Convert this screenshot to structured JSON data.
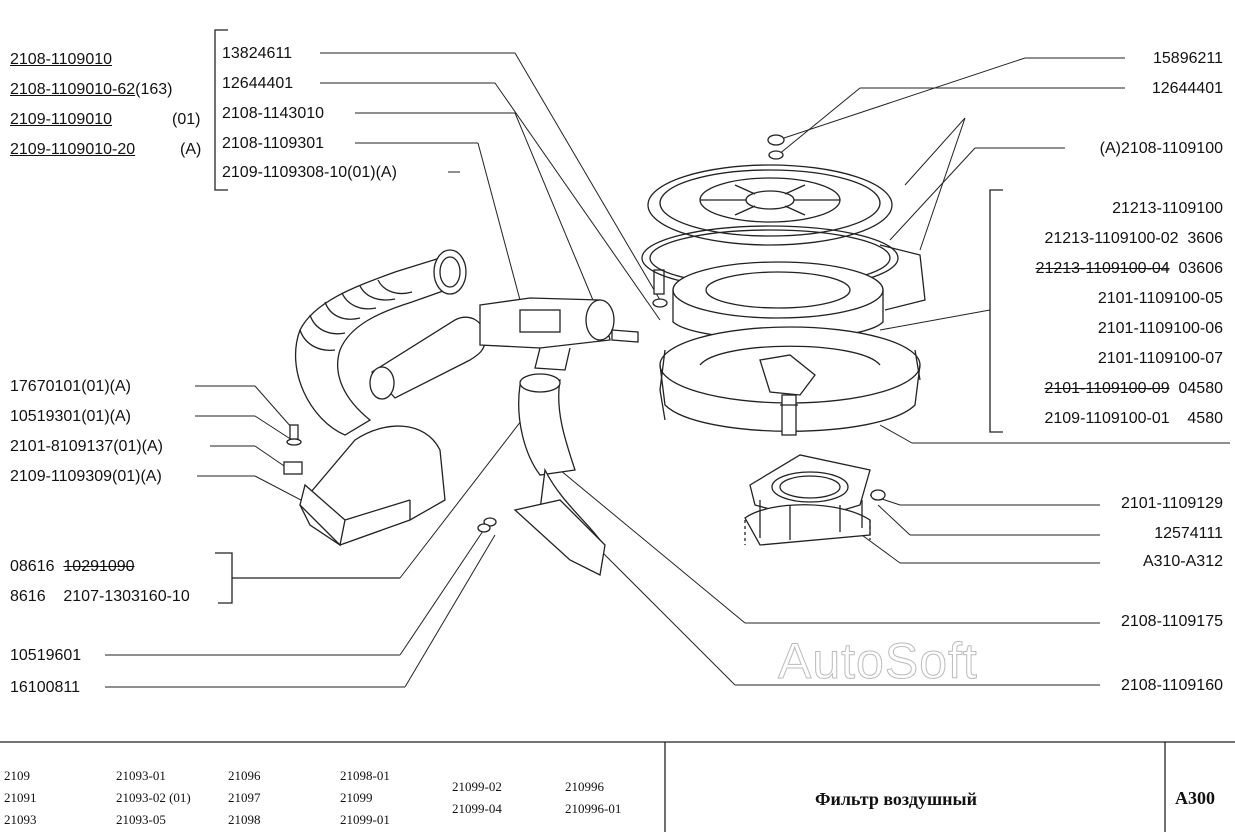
{
  "left_group": [
    {
      "part": "2108-1109010",
      "suffix": ""
    },
    {
      "part": "2108-1109010-62",
      "suffix": "(163)"
    },
    {
      "part": "2109-1109010",
      "suffix": "(01)"
    },
    {
      "part": "2109-1109010-20",
      "suffix": "(A)"
    }
  ],
  "top_bracket_group": [
    "13824611",
    "12644401",
    "2108-1143010",
    "2108-1109301",
    "2109-1109308-10(01)(A)"
  ],
  "top_right": [
    "15896211",
    "12644401",
    "(A)2108-1109100"
  ],
  "right_group": [
    {
      "part": "21213-1109100",
      "suffix": ""
    },
    {
      "part": "21213-1109100-02",
      "suffix": "3606"
    },
    {
      "part": "21213-1109100-04",
      "suffix": "03606"
    },
    {
      "part": "2101-1109100-05",
      "suffix": ""
    },
    {
      "part": "2101-1109100-06",
      "suffix": ""
    },
    {
      "part": "2101-1109100-07",
      "suffix": ""
    },
    {
      "part": "2101-1109100-09",
      "suffix": "04580"
    },
    {
      "part": "2109-1109100-01",
      "suffix": "4580"
    }
  ],
  "left_mid": [
    "17670101(01)(A)",
    "10519301(01)(A)",
    "2101-8109137(01)(A)",
    "2109-1109309(01)(A)"
  ],
  "left_bracket": [
    {
      "a": "08616",
      "b": "10291090"
    },
    {
      "a": "8616",
      "b": "2107-1303160-10"
    }
  ],
  "left_bottom": [
    "10519601",
    "16100811"
  ],
  "right_bottom": [
    "2101-1109129",
    "12574111",
    "A310-A312",
    "2108-1109175",
    "2108-1109160"
  ],
  "watermark": "AutoSoft",
  "models": [
    "2109",
    "21091",
    "21093",
    "21093-01",
    "21093-02 (01)",
    "21093-05",
    "21096",
    "21097",
    "21098",
    "21098-01",
    "21099",
    "21099-01",
    "21099-02",
    "21099-04",
    "210996",
    "210996-01"
  ],
  "title": "Фильтр воздушный",
  "code": "A300"
}
